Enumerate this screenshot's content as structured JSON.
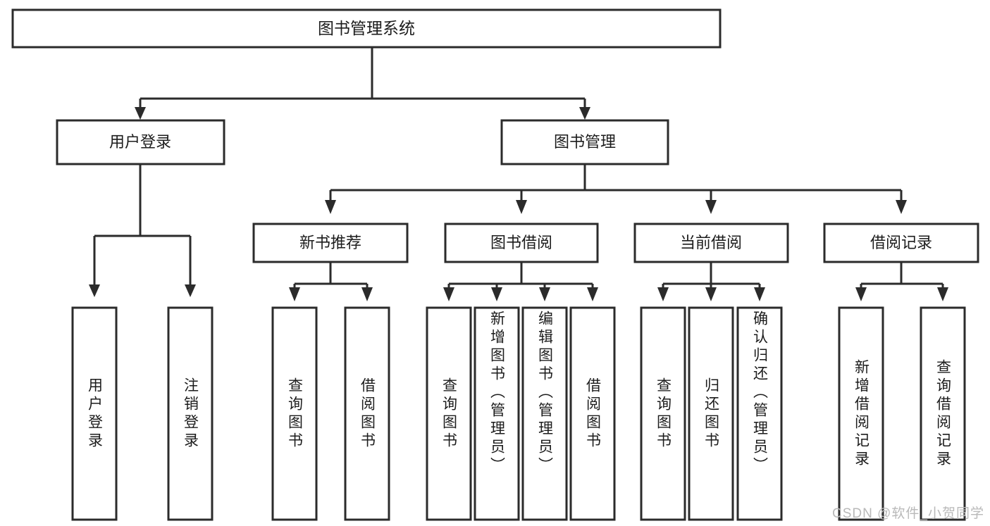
{
  "diagram": {
    "title": "图书管理系统",
    "type": "tree-hierarchy-diagram",
    "watermark": "CSDN @软件_小贺同学",
    "colors": {
      "stroke": "#2b2b2b",
      "fill": "#ffffff",
      "text": "#1c1c1c",
      "watermark": "#b9b9b9",
      "background": "#ffffff"
    },
    "root": {
      "label": "图书管理系统"
    },
    "level2": [
      {
        "label": "用户登录"
      },
      {
        "label": "图书管理"
      }
    ],
    "level3": [
      {
        "label": "新书推荐"
      },
      {
        "label": "图书借阅"
      },
      {
        "label": "当前借阅"
      },
      {
        "label": "借阅记录"
      }
    ],
    "leaves": {
      "user_login": [
        {
          "label": "用户登录"
        },
        {
          "label": "注销登录"
        }
      ],
      "new_book_recommend": [
        {
          "label": "查询图书"
        },
        {
          "label": "借阅图书"
        }
      ],
      "book_borrow": [
        {
          "label": "查询图书"
        },
        {
          "label": "新增图书（管理员）"
        },
        {
          "label": "编辑图书（管理员）"
        },
        {
          "label": "借阅图书"
        }
      ],
      "current_borrow": [
        {
          "label": "查询图书"
        },
        {
          "label": "归还图书"
        },
        {
          "label": "确认归还（管理员）"
        }
      ],
      "borrow_records": [
        {
          "label": "新增借阅记录"
        },
        {
          "label": "查询借阅记录"
        }
      ]
    }
  }
}
